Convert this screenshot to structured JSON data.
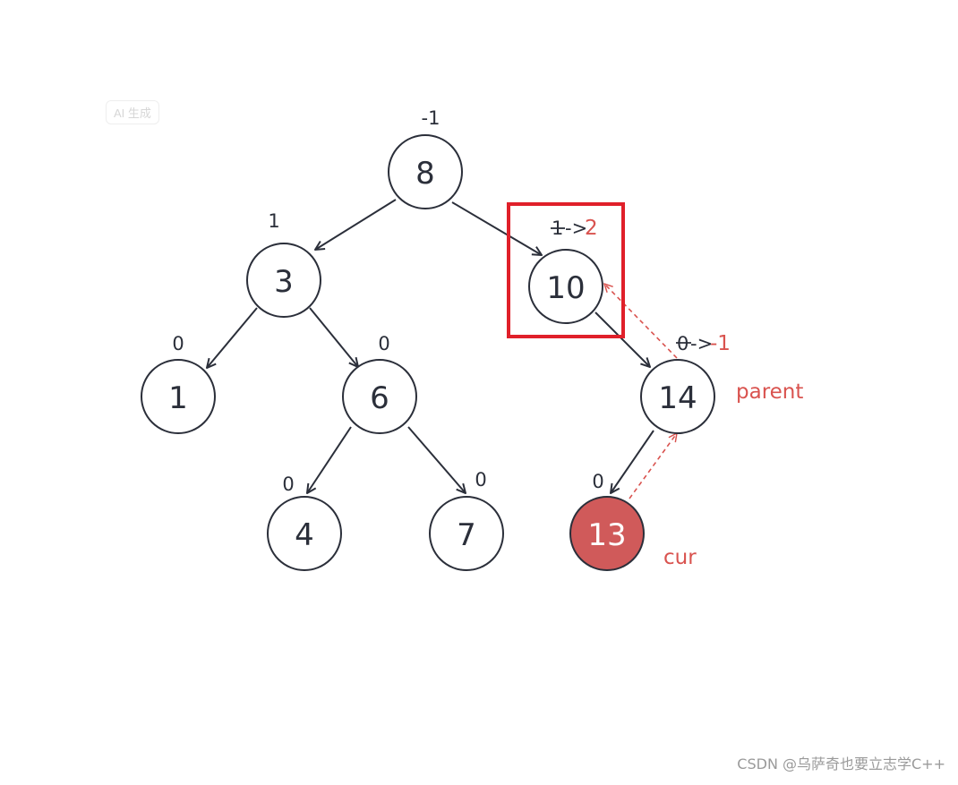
{
  "badge": "AI 生成",
  "watermark": "CSDN @乌萨奇也要立志学C++",
  "colors": {
    "stroke": "#2b2f3a",
    "accent_red": "#d9534f",
    "cur_fill": "#d05a5a",
    "box_red": "#e0202a"
  },
  "nodes": [
    {
      "id": "n8",
      "label": "8",
      "bf": "-1"
    },
    {
      "id": "n3",
      "label": "3",
      "bf": "1"
    },
    {
      "id": "n10",
      "label": "10",
      "bf_old": "1",
      "bf_arrow": "->",
      "bf_new": "2"
    },
    {
      "id": "n1",
      "label": "1",
      "bf": "0"
    },
    {
      "id": "n6",
      "label": "6",
      "bf": "0"
    },
    {
      "id": "n14",
      "label": "14",
      "bf_old": "0",
      "bf_arrow": "->",
      "bf_new": "-1"
    },
    {
      "id": "n4",
      "label": "4",
      "bf": "0"
    },
    {
      "id": "n7",
      "label": "7",
      "bf": "0"
    },
    {
      "id": "n13",
      "label": "13",
      "bf": "0"
    }
  ],
  "annotations": {
    "parent": "parent",
    "cur": "cur"
  }
}
